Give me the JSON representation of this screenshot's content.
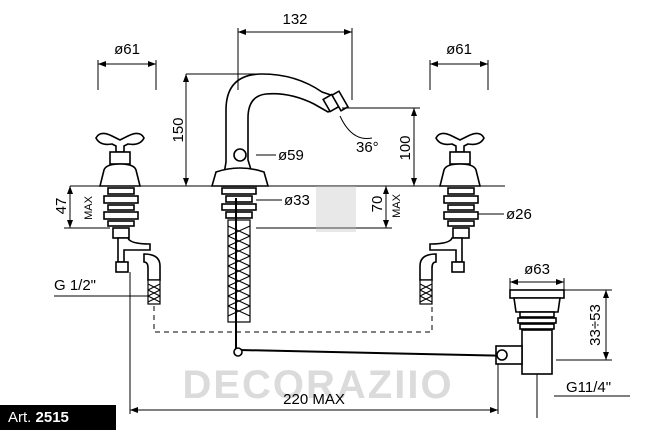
{
  "dimensions": {
    "left_handle_diameter": "ø61",
    "right_handle_diameter": "ø61",
    "spout_reach": "132",
    "spout_height": "150",
    "spout_body_diameter": "ø59",
    "spout_angle": "36°",
    "spout_outlet_height": "100",
    "handle_height": "47",
    "handle_height_max": "MAX",
    "shank_diameter": "ø33",
    "shank_length": "70",
    "shank_length_max": "MAX",
    "valve_diameter": "ø26",
    "inlet_thread": "G 1/2\"",
    "waste_diameter": "ø63",
    "waste_height": "33÷53",
    "waste_thread": "G11/4\"",
    "centre_distance": "220 MAX"
  },
  "article": {
    "prefix": "Art.",
    "number": "2515"
  },
  "watermark": "DECORAZIIO"
}
